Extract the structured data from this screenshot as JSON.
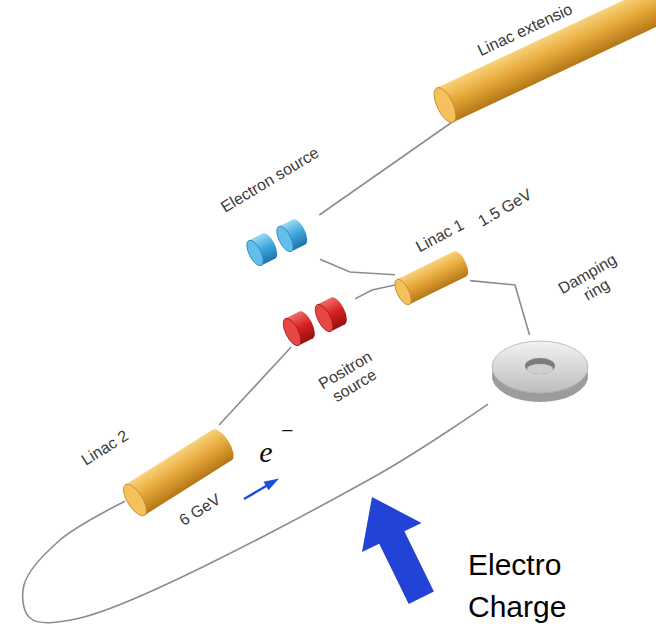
{
  "diagram": {
    "nodes": [
      {
        "text": [
          "Linac extensio"
        ]
      },
      {
        "text": [
          "Electron source"
        ]
      },
      {
        "text": [
          "Positron source"
        ]
      },
      {
        "text": [
          "Linac 1"
        ]
      },
      {
        "text": [
          "Damping ring"
        ]
      },
      {
        "text": [
          "Linac 2"
        ]
      }
    ],
    "edges": [
      {
        "from": 1,
        "to": 3,
        "arrow": "none"
      },
      {
        "from": 2,
        "to": 3,
        "arrow": "none"
      },
      {
        "from": 3,
        "to": 4,
        "arrow": "none"
      },
      {
        "from": 4,
        "to": 5,
        "arrow": "none"
      },
      {
        "from": 5,
        "to": 2,
        "arrow": "none"
      },
      {
        "from": 1,
        "to": 0,
        "arrow": "none"
      }
    ],
    "labels": [
      "1.5 GeV",
      "6 GeV",
      "e",
      "−",
      "Electro",
      "Charge"
    ]
  }
}
